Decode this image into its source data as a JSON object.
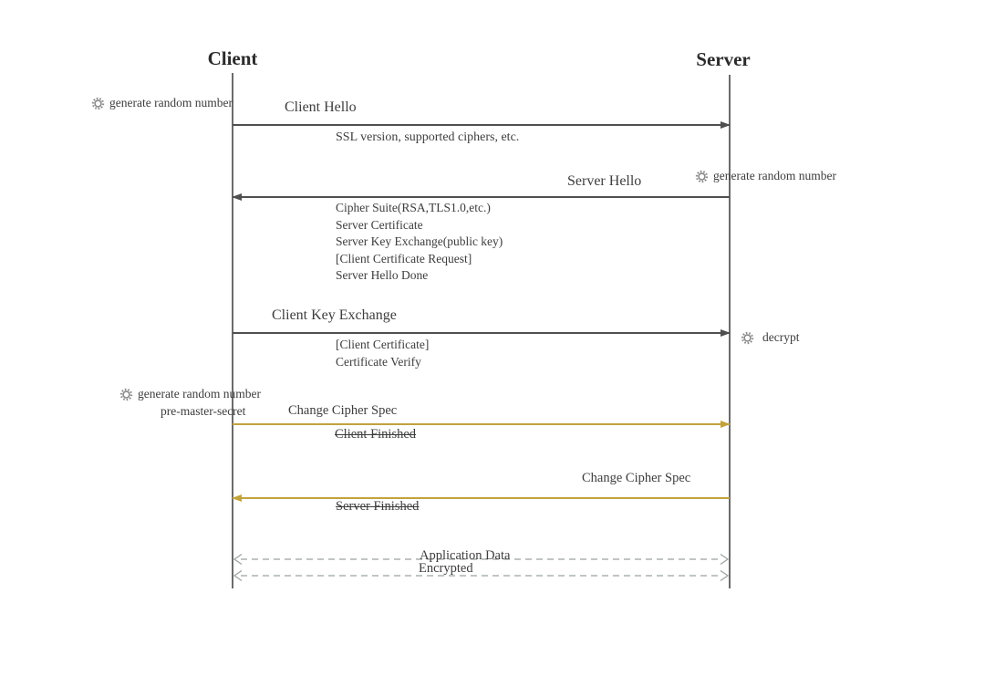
{
  "actors": [
    {
      "name": "Client"
    },
    {
      "name": "Server"
    }
  ],
  "notes": [
    {
      "icon": "gear-icon",
      "label": "generate random number",
      "side": "client"
    },
    {
      "icon": "gear-icon",
      "label": "generate random number",
      "side": "server"
    },
    {
      "icon": "gear-icon",
      "label": "decrypt",
      "side": "server"
    },
    {
      "icon": "gear-icon",
      "label": "generate random number",
      "label2": "pre-master-secret",
      "side": "client"
    }
  ],
  "messages": [
    {
      "label": "Client Hello",
      "from": "Client",
      "to": "Server",
      "line": "solid-dark",
      "details": [
        "SSL version, supported ciphers, etc."
      ]
    },
    {
      "label": "Server Hello",
      "from": "Server",
      "to": "Client",
      "line": "solid-dark",
      "details": [
        "Cipher Suite(RSA,TLS1.0,etc.)",
        "Server Certificate",
        "Server Key Exchange(public key)",
        "[Client Certificate Request]",
        "Server Hello Done"
      ]
    },
    {
      "label": "Client Key Exchange",
      "from": "Client",
      "to": "Server",
      "line": "solid-dark",
      "details": [
        "[Client Certificate]",
        "Certificate Verify"
      ]
    },
    {
      "label": "Change Cipher Spec",
      "from": "Client",
      "to": "Server",
      "line": "solid-gold",
      "struck_detail": "Client Finished"
    },
    {
      "label": "Change Cipher Spec",
      "from": "Server",
      "to": "Client",
      "line": "solid-gold",
      "struck_detail": "Server Finished"
    },
    {
      "label": "Application Data",
      "sublabel": "Encrypted",
      "from": "Client",
      "to": "Server",
      "line": "dashed-double"
    }
  ],
  "colors": {
    "gold": "#c2a23d",
    "dark_line": "#4f4f4f",
    "dashed_line": "#9aa0a0",
    "text": "#3d3d3d"
  }
}
